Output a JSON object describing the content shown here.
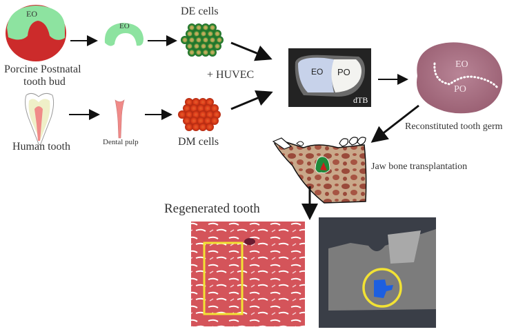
{
  "diagram": {
    "title": "Tooth regeneration workflow",
    "stages": {
      "porcine_bud": {
        "label": "Porcine Postnatal tooth bud",
        "line1": "Porcine Postnatal",
        "line2": "tooth bud",
        "region": "EO"
      },
      "epithelium": {
        "region": "EO"
      },
      "de_cells": {
        "label": "DE cells"
      },
      "human_tooth": {
        "label": "Human tooth"
      },
      "dental_pulp": {
        "label": "Dental pulp"
      },
      "dm_cells": {
        "label": "DM cells"
      },
      "huvec": {
        "label": "+ HUVEC"
      },
      "dtb": {
        "label": "dTB",
        "eo": "EO",
        "po": "PO"
      },
      "reconstituted": {
        "label": "Reconstituted tooth germ",
        "eo": "EO",
        "po": "PO"
      },
      "jaw": {
        "label": "Jaw bone transplantation"
      },
      "regenerated": {
        "label": "Regenerated tooth"
      }
    },
    "colors": {
      "eo_green": "#8de3a0",
      "bud_red": "#cc2b2b",
      "de_green": "#2e8b3a",
      "dm_red": "#d9391c",
      "tissue_pink": "#b57a8a",
      "highlight_yellow": "#f2e234",
      "ct_blue": "#1d5fe0"
    }
  }
}
